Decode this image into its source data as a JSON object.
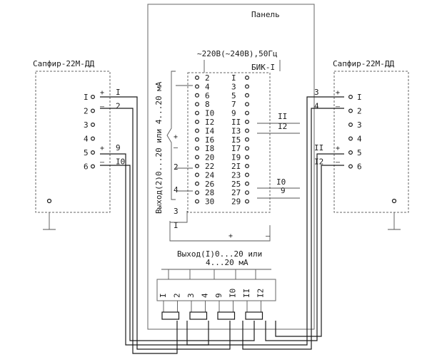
{
  "panel": {
    "title": "Панель"
  },
  "supply": {
    "label": "~220В(~240В),50Гц"
  },
  "bik": {
    "title": "БИК-I",
    "left_pins": [
      "2",
      "4",
      "6",
      "8",
      "I0",
      "I2",
      "I4",
      "I6",
      "I8",
      "20",
      "22",
      "24",
      "26",
      "28",
      "30"
    ],
    "right_pins": [
      "I",
      "3",
      "5",
      "7",
      "9",
      "II",
      "I3",
      "I5",
      "I7",
      "I9",
      "2I",
      "23",
      "25",
      "27",
      "29"
    ]
  },
  "sensor_left": {
    "title": "Сапфир-22М-ДД",
    "terminals": [
      "I",
      "2",
      "3",
      "4",
      "5",
      "6"
    ],
    "polarity": [
      "+",
      "–",
      "",
      "",
      "+",
      "–"
    ],
    "wires": [
      "I",
      "2",
      "",
      "",
      "9",
      "I0"
    ]
  },
  "sensor_right": {
    "title": "Сапфир-22М-ДД",
    "terminals": [
      "I",
      "2",
      "3",
      "4",
      "5",
      "6"
    ],
    "polarity": [
      "+",
      "–",
      "",
      "",
      "+",
      "–"
    ],
    "wires": [
      "3",
      "4",
      "",
      "",
      "II",
      "I2"
    ]
  },
  "output2": {
    "label": "Выход(2)0...20 или 4...20 мА",
    "plus": "+",
    "minus": "–",
    "wire_labels": [
      "2",
      "4",
      "3"
    ]
  },
  "output1": {
    "label_line1": "Выход(I)0...20 или",
    "label_line2": "4...20 мА",
    "plus": "+",
    "minus": "–",
    "wire_label": "I"
  },
  "bik_side_labels": {
    "top": "II",
    "top2": "I2",
    "bottom": "I0",
    "bottom2": "9"
  },
  "connector": {
    "terminals": [
      "I",
      "2",
      "3",
      "4",
      "9",
      "I0",
      "II",
      "I2"
    ]
  }
}
